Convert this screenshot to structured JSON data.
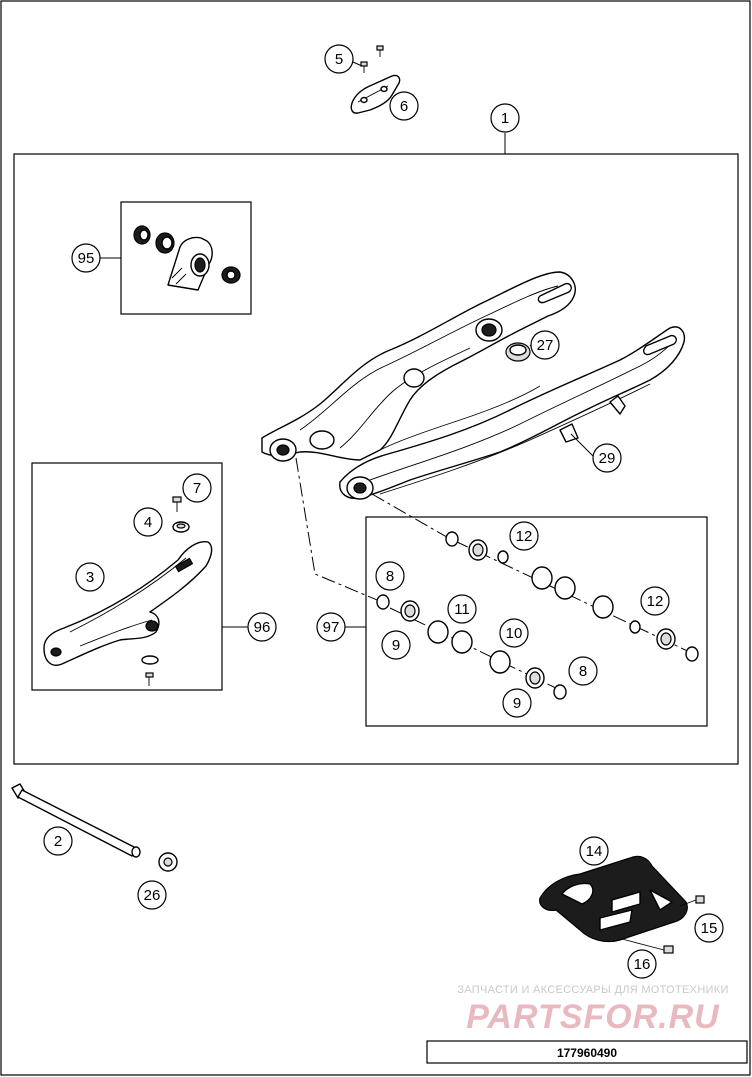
{
  "drawing_number": "177960490",
  "watermark": {
    "caption": "ЗАПЧАСТИ И АКСЕССУАРЫ ДЛЯ МОТОТЕХНИКИ",
    "logo": "PARTSFOR.RU"
  },
  "callouts": {
    "c1": "1",
    "c2": "2",
    "c3": "3",
    "c4": "4",
    "c5": "5",
    "c6": "6",
    "c7": "7",
    "c8a": "8",
    "c8b": "8",
    "c9a": "9",
    "c9b": "9",
    "c10": "10",
    "c11": "11",
    "c12a": "12",
    "c12b": "12",
    "c14": "14",
    "c15": "15",
    "c16": "16",
    "c26": "26",
    "c27": "27",
    "c29": "29",
    "c95": "95",
    "c96": "96",
    "c97": "97"
  }
}
